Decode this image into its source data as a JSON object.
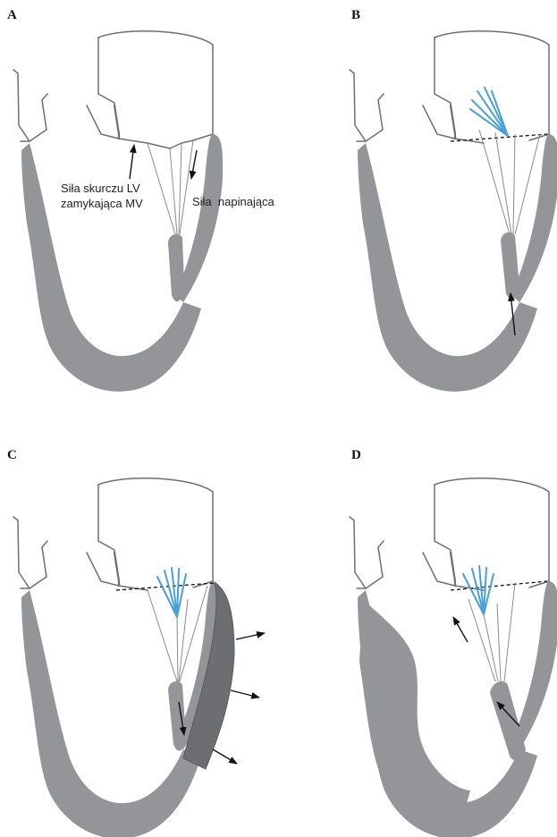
{
  "panels": [
    {
      "label": "A",
      "annotations": {
        "contraction": [
          "Siła skurczu LV",
          "zamykająca MV"
        ],
        "tension": "Siła  napinająca"
      }
    },
    {
      "label": "B"
    },
    {
      "label": "C"
    },
    {
      "label": "D"
    }
  ],
  "colors": {
    "wall": "#939598",
    "wall_dark": "#6d6e71",
    "outline": "#6d6e71",
    "chordae_fan": "#4a9fd6",
    "arrow": "#111111"
  }
}
